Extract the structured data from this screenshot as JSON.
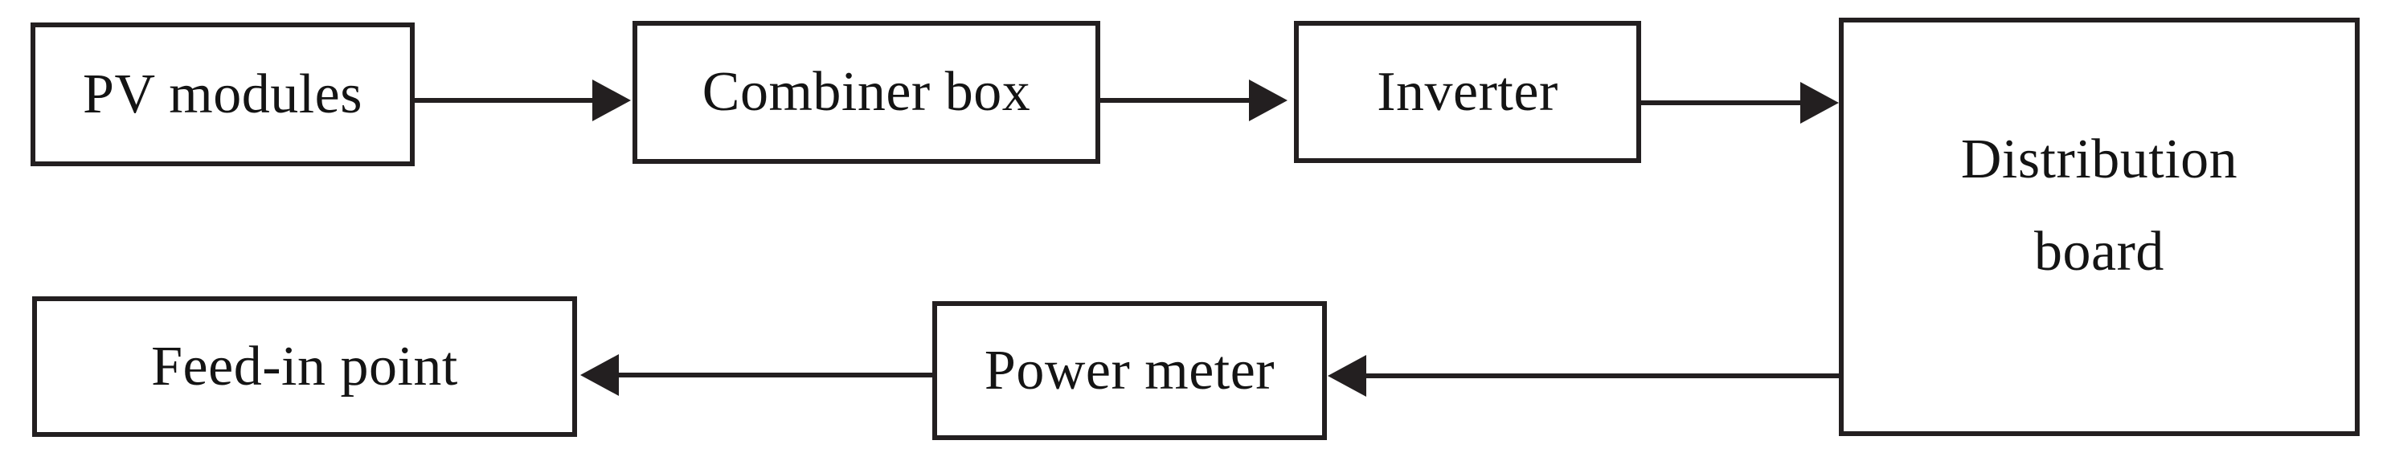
{
  "diagram": {
    "type": "flowchart",
    "background_color": "#ffffff",
    "stroke_color": "#231f20",
    "text_color": "#141414",
    "nodes": {
      "pv_modules": {
        "label": "PV modules"
      },
      "combiner_box": {
        "label": "Combiner box"
      },
      "inverter": {
        "label": "Inverter"
      },
      "distribution_board": {
        "label": "Distribution board",
        "label_lines": [
          "Distribution",
          "board"
        ]
      },
      "power_meter": {
        "label": "Power meter"
      },
      "feed_in_point": {
        "label": "Feed-in point"
      }
    },
    "edges": [
      {
        "from": "PV modules",
        "to": "Combiner box"
      },
      {
        "from": "Combiner box",
        "to": "Inverter"
      },
      {
        "from": "Inverter",
        "to": "Distribution board"
      },
      {
        "from": "Distribution board",
        "to": "Power meter"
      },
      {
        "from": "Power meter",
        "to": "Feed-in point"
      }
    ]
  }
}
